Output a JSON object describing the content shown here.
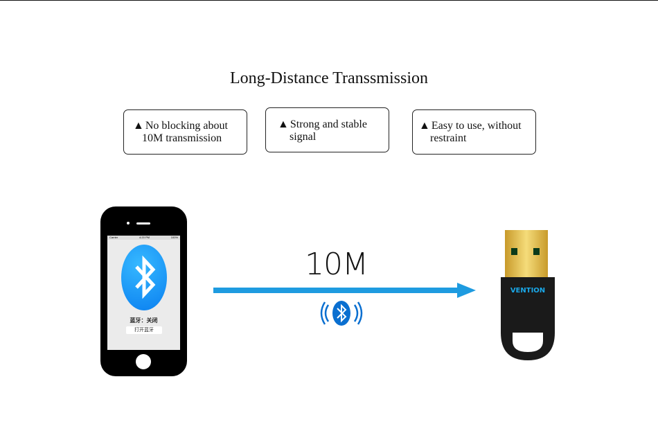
{
  "title": "Long-Distance Transsmission",
  "features": [
    {
      "line1": "No blocking about",
      "line2": "10M transmission"
    },
    {
      "line1": "Strong and stable",
      "line2": "signal"
    },
    {
      "line1": "Easy to use, without",
      "line2": "restraint"
    }
  ],
  "bullet": "▲",
  "phone": {
    "carrier": "Carrier",
    "time": "4:20 PM",
    "battery": "100%",
    "status_text": "蓝牙：关闭",
    "button_label": "打开蓝牙"
  },
  "distance": "10M",
  "brand": "VENTION",
  "colors": {
    "arrow": "#1e9be0",
    "bluetooth": "#0a7ff0",
    "brand_text": "#1aa8e8"
  }
}
